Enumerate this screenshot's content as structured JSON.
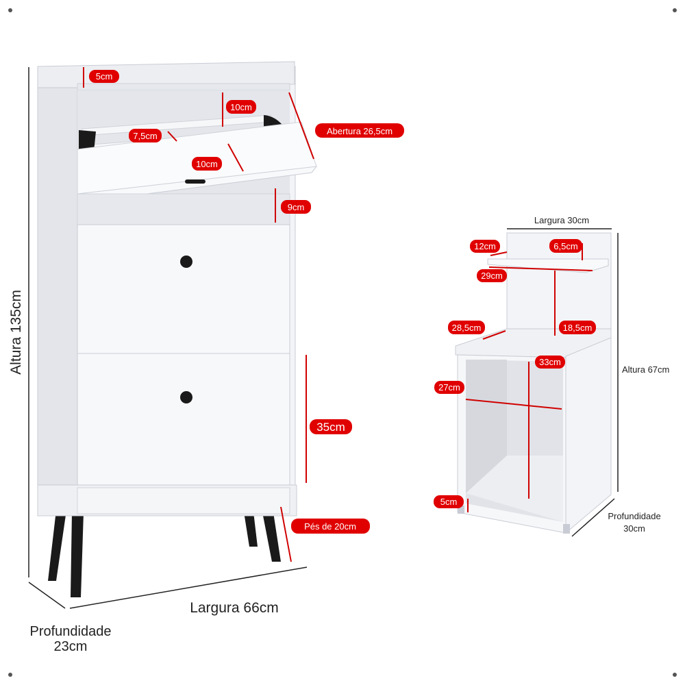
{
  "left_cabinet": {
    "height_label": "Altura 135cm",
    "width_label": "Largura 66cm",
    "depth_label_line1": "Profundidade",
    "depth_label_line2": "23cm",
    "top_lip": "5cm",
    "shelf_gap": "10cm",
    "shelf_lip": "7,5cm",
    "shelf_depth": "10cm",
    "opening": "Abertura 26,5cm",
    "niche": "9cm",
    "door_height": "35cm",
    "feet": "Pés de 20cm"
  },
  "right_cabinet": {
    "width_label": "Largura 30cm",
    "height_label": "Altura 67cm",
    "depth_label_line1": "Profundidade",
    "depth_label_line2": "30cm",
    "shelf_height": "12cm",
    "shelf_depth": "6,5cm",
    "shelf_width": "29cm",
    "top_depth": "28,5cm",
    "upper_height": "18,5cm",
    "inner_height": "33cm",
    "inner_width": "27cm",
    "base": "5cm"
  },
  "colors": {
    "label_bg": "#e00000",
    "panel": "#f2f3f6",
    "panel_shadow": "#d9dbe1",
    "legs": "#1a1a1a",
    "dim_line": "#222222"
  }
}
